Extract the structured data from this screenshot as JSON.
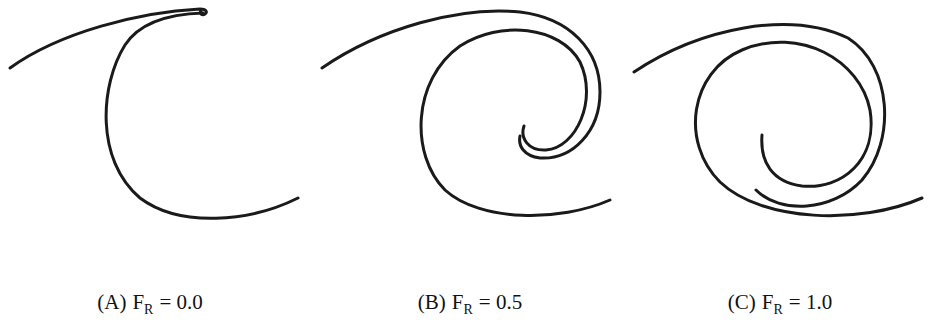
{
  "diagram": {
    "labels": [
      "(A)",
      "F",
      "R",
      "= 0.0",
      "(B)",
      "F",
      "R",
      "= 0.5",
      "(C)",
      "F",
      "R",
      "= 1.0"
    ]
  }
}
